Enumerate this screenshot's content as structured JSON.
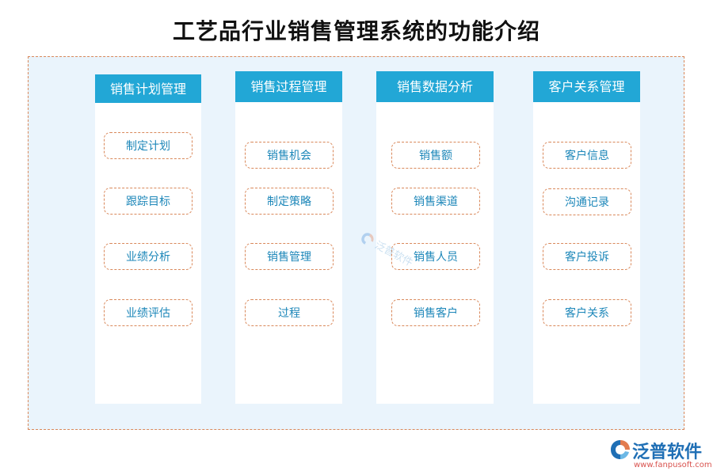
{
  "title": "工艺品行业销售管理系统的功能介绍",
  "columns": [
    {
      "header": "销售计划管理",
      "items": [
        "制定计划",
        "跟踪目标",
        "业绩分析",
        "业绩评估"
      ]
    },
    {
      "header": "销售过程管理",
      "items": [
        "销售机会",
        "制定策略",
        "销售管理",
        "过程"
      ]
    },
    {
      "header": "销售数据分析",
      "items": [
        "销售额",
        "销售渠道",
        "销售人员",
        "销售客户"
      ]
    },
    {
      "header": "客户关系管理",
      "items": [
        "客户信息",
        "沟通记录",
        "客户投诉",
        "客户关系"
      ]
    }
  ],
  "watermark": {
    "text": "泛普软件",
    "icon": "fanpu-logo-icon"
  },
  "brand": {
    "name": "泛普软件",
    "url": "www.fanpusoft.com",
    "icon": "fanpu-logo-icon"
  },
  "colors": {
    "header_bg": "#22a7d6",
    "item_text": "#1d87b9",
    "dashed_border": "#d9885a",
    "frame_bg": "#eaf4fc",
    "brand_blue": "#1f6fb5",
    "brand_red": "#d9534f"
  }
}
